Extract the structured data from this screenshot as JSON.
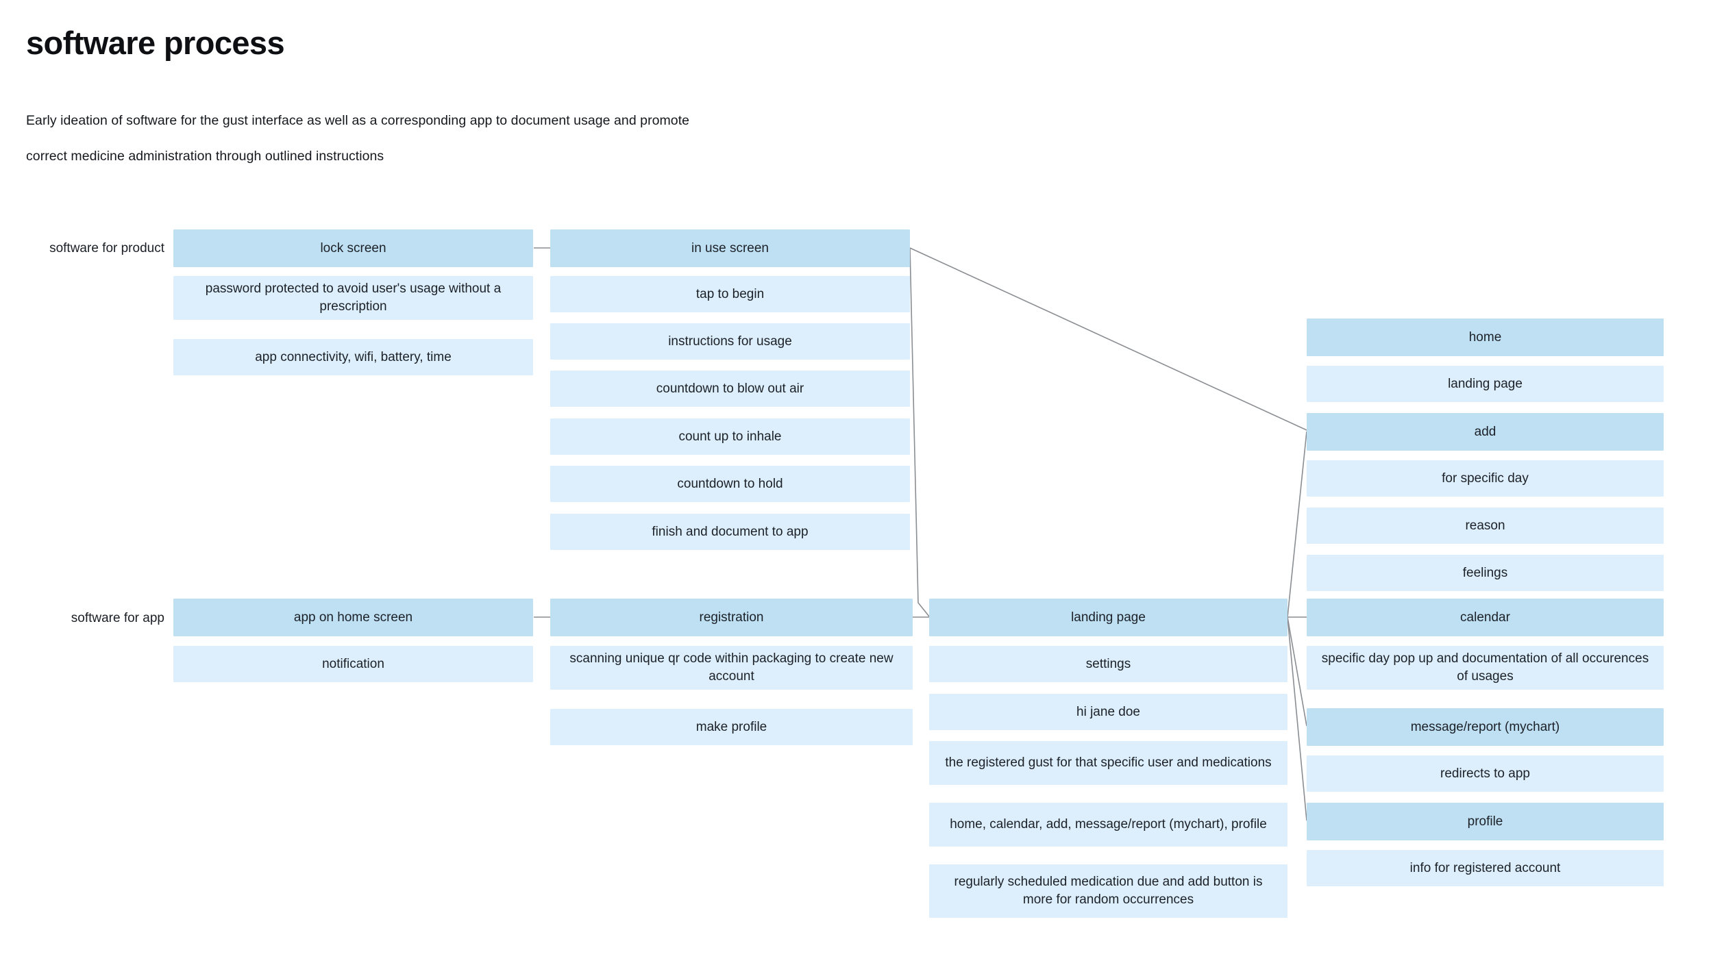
{
  "header": {
    "title": "software process",
    "subtitle_line_1": "Early ideation of software for the gust interface as well as a corresponding app to document usage and promote",
    "subtitle_line_2": "correct medicine administration through outlined instructions"
  },
  "row_labels": {
    "product": "software for product",
    "app": "software for app"
  },
  "columns": {
    "product_col1": {
      "head": "lock screen",
      "items": [
        "password protected to avoid user's usage without a prescription",
        "app connectivity, wifi, battery, time"
      ]
    },
    "product_col2": {
      "head": "in use screen",
      "items": [
        "tap to begin",
        "instructions for usage",
        "countdown to blow out air",
        "count up to inhale",
        "countdown to hold",
        "finish and document to app"
      ]
    },
    "app_col1": {
      "head": "app on home screen",
      "items": [
        "notification"
      ]
    },
    "app_col2": {
      "head": "registration",
      "items": [
        "scanning unique qr code within packaging to create new account",
        "make profile"
      ]
    },
    "app_col3": {
      "head": "landing page",
      "items": [
        "settings",
        "hi jane doe",
        "the registered gust for that specific user and medications",
        "home, calendar, add, message/report (mychart), profile",
        "regularly scheduled medication due and add button is more for random occurrences"
      ]
    },
    "app_col4": {
      "groups": [
        {
          "head": "home",
          "items": [
            "landing page"
          ]
        },
        {
          "head": "add",
          "items": [
            "for specific day",
            "reason",
            "feelings"
          ]
        },
        {
          "head": "calendar",
          "items": [
            "specific day pop up and documentation of all occurences of usages"
          ]
        },
        {
          "head": "message/report (mychart)",
          "items": [
            "redirects to app"
          ]
        },
        {
          "head": "profile",
          "items": [
            "info for registered account"
          ]
        }
      ]
    }
  },
  "colors": {
    "node_head": "#bfe0f3",
    "node_body": "#ddeffc",
    "connector": "#8a8d91",
    "text": "#1c2128",
    "background": "#ffffff"
  }
}
